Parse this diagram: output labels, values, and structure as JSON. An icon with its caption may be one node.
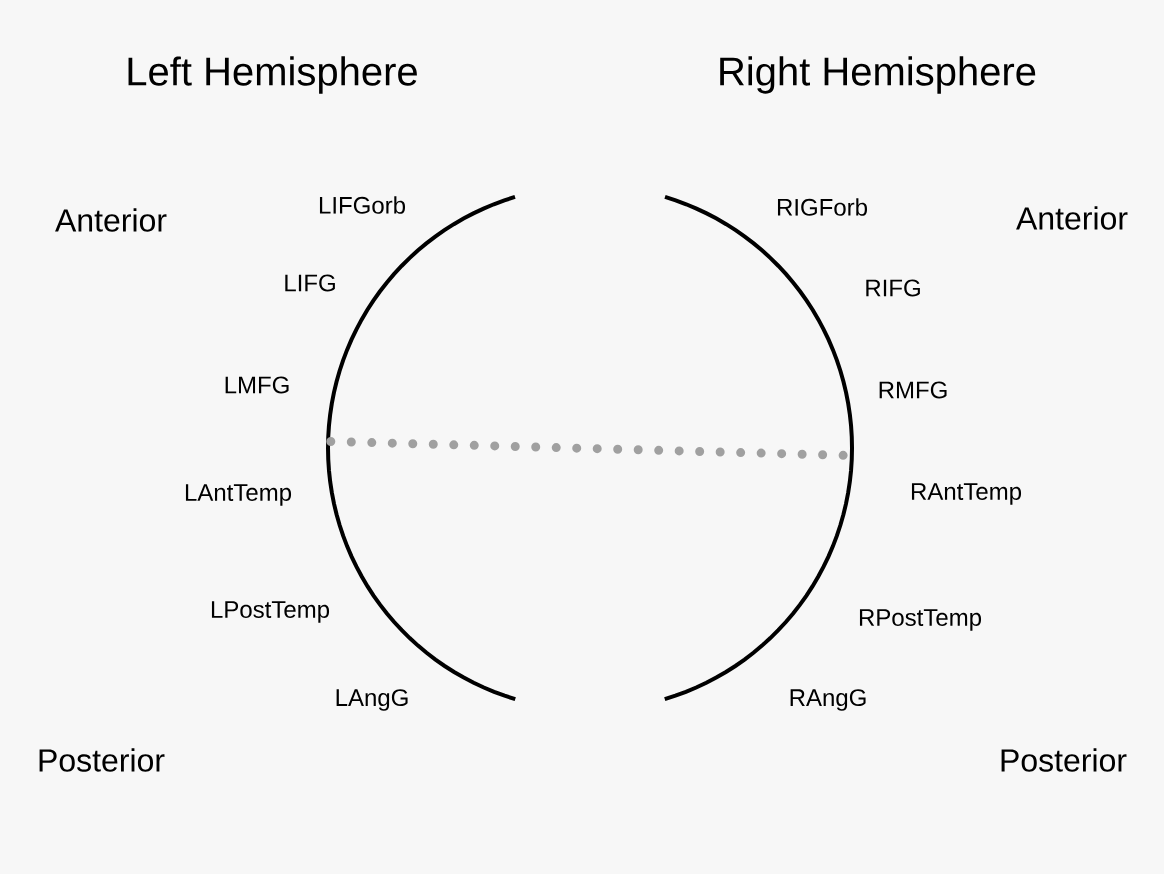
{
  "diagram": {
    "nodes": [
      {
        "text": [],
        "shape": "arc"
      },
      {
        "text": [],
        "shape": "arc"
      }
    ],
    "edges": [
      {
        "from": 0,
        "to": 1,
        "arrow": "none",
        "style": "dashed",
        "color": "#a0a0a0"
      }
    ],
    "labels": [
      "Left Hemisphere",
      "Right Hemisphere",
      "Anterior",
      "LIFGorb",
      "RIGForb",
      "Anterior",
      "LIFG",
      "RIFG",
      "LMFG",
      "RMFG",
      "LAntTemp",
      "RAntTemp",
      "LPostTemp",
      "RPostTemp",
      "LAngG",
      "RAngG",
      "Posterior",
      "Posterior"
    ]
  }
}
